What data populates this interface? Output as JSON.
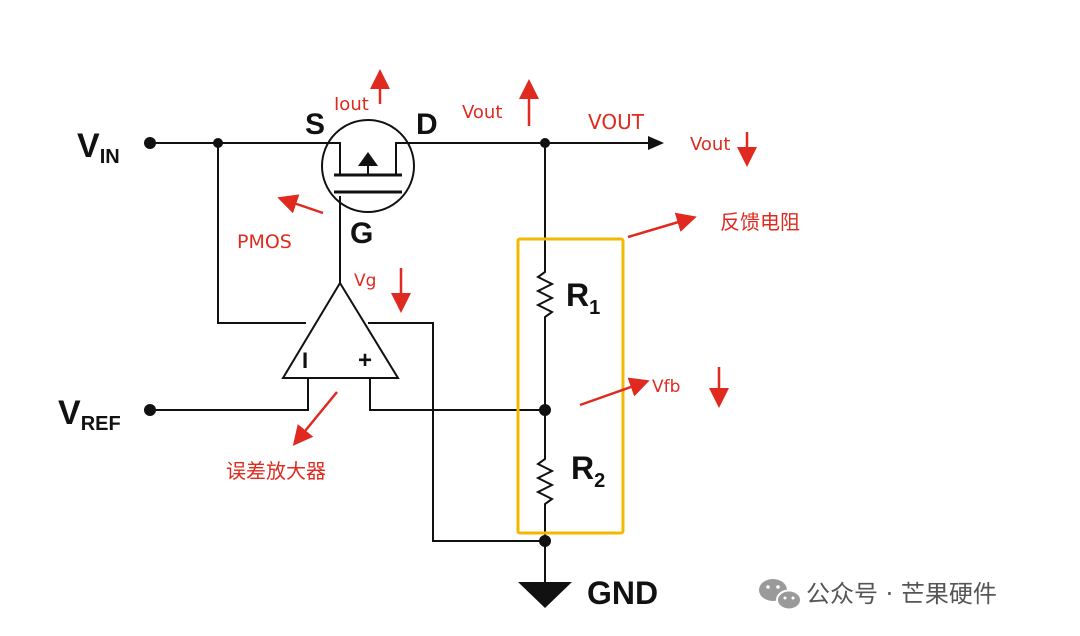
{
  "labels": {
    "vin": {
      "main": "V",
      "sub": "IN"
    },
    "vref": {
      "main": "V",
      "sub": "REF"
    },
    "source": "S",
    "drain": "D",
    "gate": "G",
    "r1": {
      "main": "R",
      "sub": "1"
    },
    "r2": {
      "main": "R",
      "sub": "2"
    },
    "gnd": "GND",
    "vout_net": "VOUT",
    "inverting": "I",
    "noninverting": "+"
  },
  "annotations": {
    "iout": "Iout",
    "vout_top": "Vout",
    "vout_right": "Vout",
    "pmos": "PMOS",
    "vg": "Vg",
    "feedback_resistor": "反馈电阻",
    "vfb": "Vfb",
    "error_amp": "误差放大器"
  },
  "watermark": "公众号 · 芒果硬件",
  "colors": {
    "wire": "#111111",
    "annotation": "#e02a1f",
    "highlight_box": "#f5b800"
  }
}
